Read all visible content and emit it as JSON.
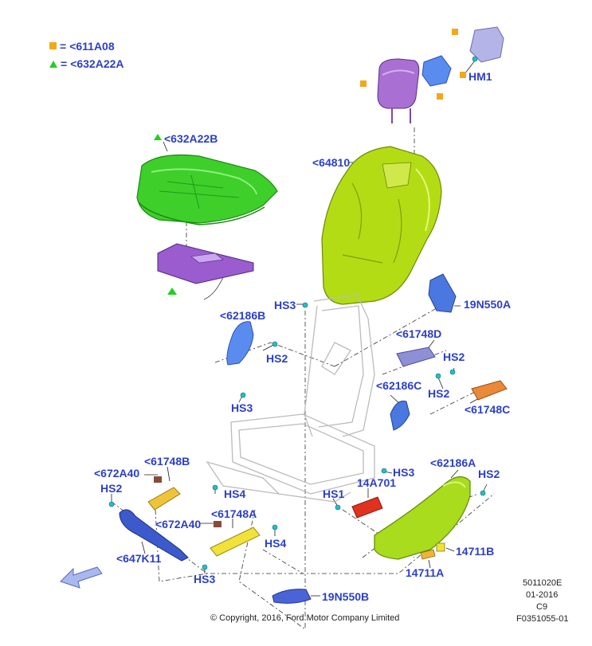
{
  "legend": [
    {
      "symbol": "square",
      "text": "<611A08"
    },
    {
      "symbol": "triangle",
      "text": "<632A22A"
    }
  ],
  "callouts": {
    "hm1": "HM1",
    "c632a22b": "<632A22B",
    "c64810": "<64810",
    "hs3_top": "HS3",
    "c19n550a": "19N550A",
    "c62186b": "<62186B",
    "hs2_left": "HS2",
    "c61748d": "<61748D",
    "hs2_mid": "HS2",
    "hs2_right": "HS2",
    "hs3_left": "HS3",
    "c62186c": "<62186C",
    "c61748c": "<61748C",
    "c672a40_a": "<672A40",
    "c61748b": "<61748B",
    "hs2_far_left": "HS2",
    "hs4_a": "HS4",
    "c61748a": "<61748A",
    "c672a40_b": "<672A40",
    "hs3_mid": "HS3",
    "c14a701": "14A701",
    "hs1": "HS1",
    "c62186a": "<62186A",
    "hs2_far_right": "HS2",
    "hs4_b": "HS4",
    "c647k11": "<647K11",
    "c14711b": "14711B",
    "c14711a": "14711A",
    "hs3_bottom": "HS3",
    "c19n550b": "19N550B"
  },
  "meta": {
    "code1": "5011020E",
    "date": "01-2016",
    "code2": "C9",
    "code3": "F0351055-01"
  },
  "copyright": "© Copyright, 2016, Ford Motor Company Limited",
  "colors": {
    "label_blue": "#2b3fc9",
    "legend_square": "#f3a81c",
    "legend_triangle": "#20d020",
    "cushion_green": "#3ecf2a",
    "back_yellowgreen": "#b4dc14",
    "purple_part": "#9a5ccf",
    "blue_part": "#4a78e0",
    "lavender_part": "#8f8fd6",
    "orange_part": "#e98a3a",
    "red_part": "#e0321e",
    "yellow_part": "#f0e23a",
    "fastener_cyan": "#22c0c8",
    "arrow_blue": "#a9b8ef"
  }
}
